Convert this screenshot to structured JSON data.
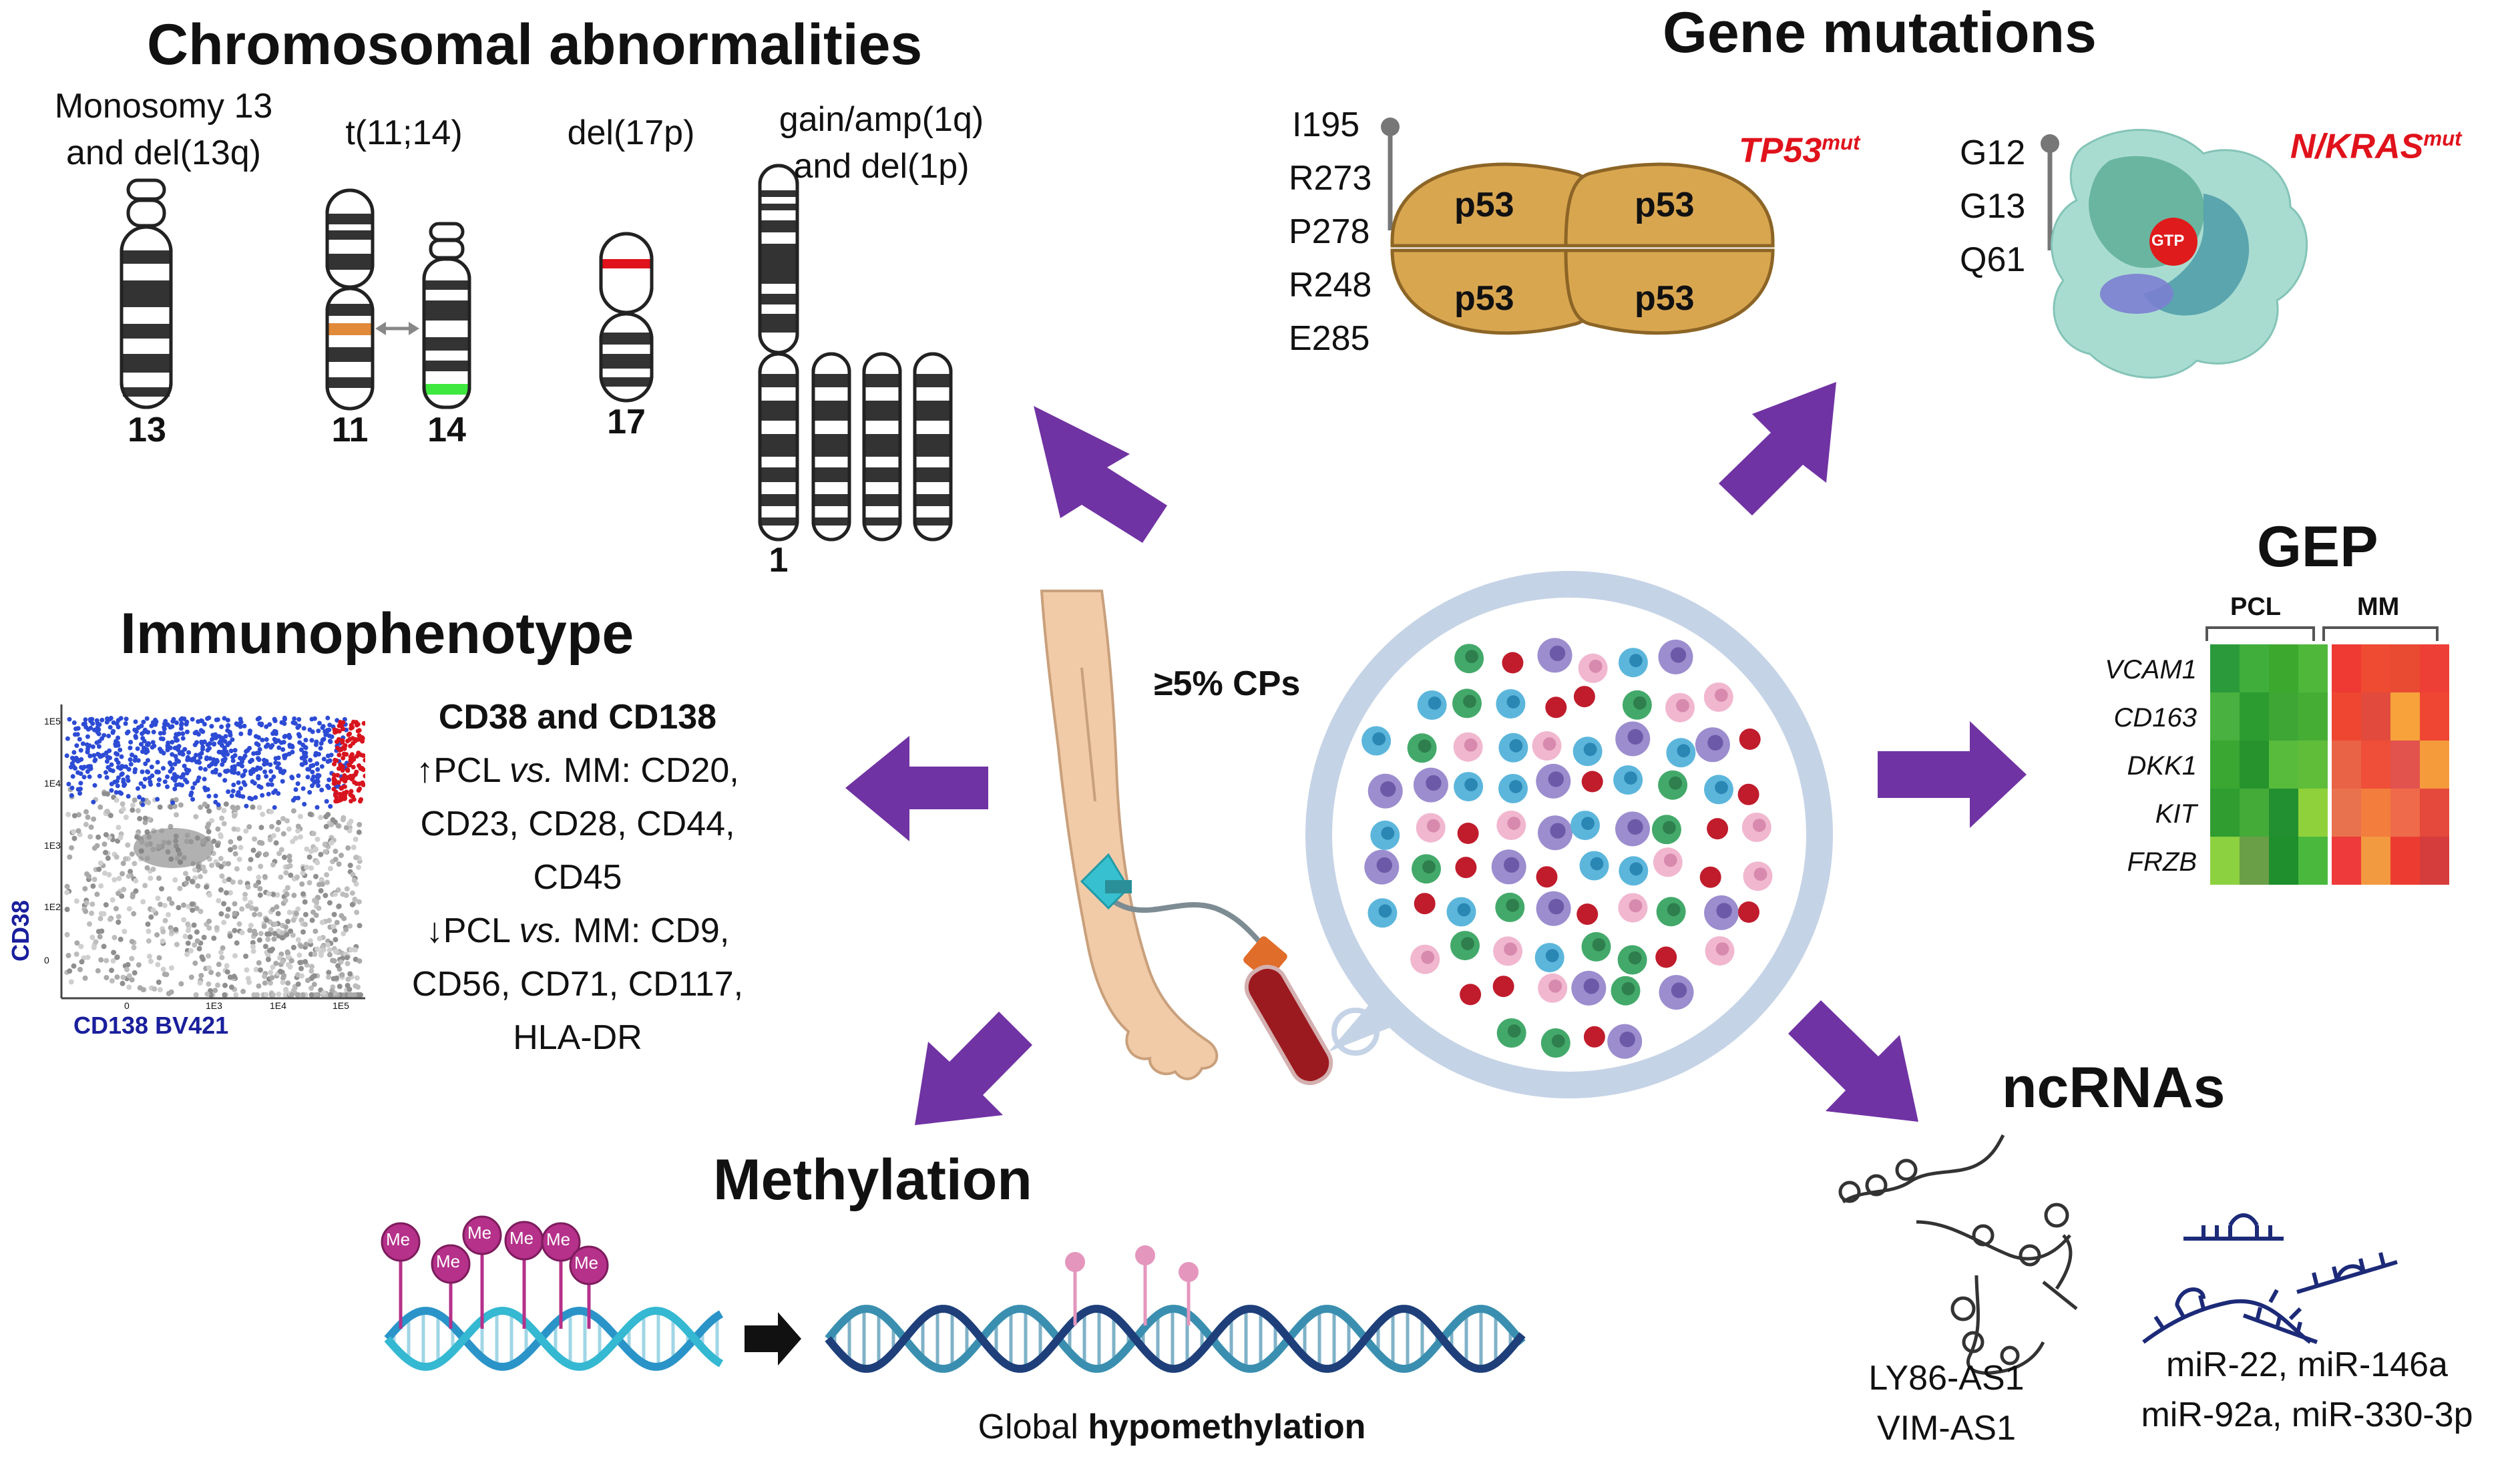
{
  "chromosomal": {
    "title": "Chromosomal abnormalities",
    "monosomy_l1": "Monosomy 13",
    "monosomy_l2": "and del(13q)",
    "translocation": "t(11;14)",
    "del17p": "del(17p)",
    "gain_l1": "gain/amp(1q)",
    "gain_l2": "and del(1p)",
    "chr13": "13",
    "chr11": "11",
    "chr14": "14",
    "chr17": "17",
    "chr1": "1"
  },
  "gene_mutations": {
    "title": "Gene mutations",
    "tp53_residues": [
      "I195",
      "R273",
      "P278",
      "R248",
      "E285"
    ],
    "p53_label": "p53",
    "tp53_gene": "TP53",
    "mut_sup": "mut",
    "ras_residues": [
      "G12",
      "G13",
      "Q61"
    ],
    "ras_gene": "N/KRAS",
    "gtp": "GTP"
  },
  "gep": {
    "title": "GEP",
    "group_pcl": "PCL",
    "group_mm": "MM",
    "genes": [
      "VCAM1",
      "CD163",
      "DKK1",
      "KIT",
      "FRZB"
    ],
    "heatmap_pcl": [
      [
        "#2a9a3a",
        "#3fae3b",
        "#3ca82d",
        "#4fb83b"
      ],
      [
        "#49b13f",
        "#2c9b30",
        "#3ea635",
        "#46ad34"
      ],
      [
        "#3aa733",
        "#27932d",
        "#58bb3c",
        "#5fbd3a"
      ],
      [
        "#2f9d30",
        "#44ab38",
        "#229030",
        "#8fd13a"
      ],
      [
        "#8cd13f",
        "#6a9e47",
        "#1e8f2c",
        "#4ab83d"
      ]
    ],
    "heatmap_mm": [
      [
        "#ee3a33",
        "#ef4b33",
        "#e84a32",
        "#ed3f36"
      ],
      [
        "#ef4632",
        "#e24a3d",
        "#f7a23b",
        "#ef4533"
      ],
      [
        "#e96346",
        "#ef4e38",
        "#e1534c",
        "#f59b3c"
      ],
      [
        "#e9724e",
        "#f27d3c",
        "#ef6a4a",
        "#e4493b"
      ],
      [
        "#ee3a3a",
        "#f29a40",
        "#ec3c32",
        "#d53c3c"
      ]
    ]
  },
  "immunophenotype": {
    "title": "Immunophenotype",
    "headline": "CD38 and CD138",
    "up_prefix": "↑PCL ",
    "vs": "vs.",
    "up_rest": " MM: CD20,",
    "up_l2": "CD23, CD28, CD44,",
    "up_l3": "CD45",
    "down_prefix": "↓PCL ",
    "down_rest": " MM: CD9,",
    "down_l2": "CD56, CD71, CD117,",
    "down_l3": "HLA-DR",
    "y_axis": "CD38",
    "x_axis": "CD138 BV421",
    "y_ticks": [
      "1E5",
      "1E4",
      "1E3",
      "1E2",
      "0"
    ],
    "x_ticks": [
      "0",
      "1E3",
      "1E4",
      "1E5"
    ]
  },
  "center": {
    "cps": "≥5% CPs"
  },
  "methylation": {
    "title": "Methylation",
    "me": "Me",
    "caption_prefix": "Global ",
    "caption_bold": "hypomethylation"
  },
  "ncrnas": {
    "title": "ncRNAs",
    "lnc_l1": "LY86-AS1",
    "lnc_l2": "VIM-AS1",
    "mir_l1": "miR-22, miR-146a",
    "mir_l2": "miR-92a, miR-330-3p"
  },
  "colors": {
    "arrow": "#7033a3",
    "p53": "#d9a650",
    "ras": "#a9d8cf",
    "dot_blue": "#2d4bd4",
    "dot_red": "#d8141e",
    "dna_light": "#35b8d2",
    "dna_dark": "#1e3f7a",
    "me": "#b5318a",
    "me_light": "#e596bd"
  }
}
